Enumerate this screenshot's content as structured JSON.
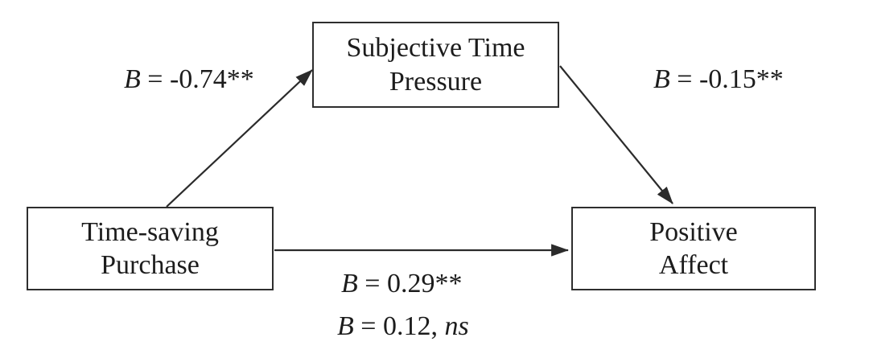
{
  "figure": {
    "type": "mediation-path-diagram",
    "background_color": "#ffffff",
    "line_color": "#2b2b2b",
    "text_color": "#1c1c1c",
    "boxes": {
      "mediator": {
        "line1": "Subjective Time",
        "line2": "Pressure"
      },
      "predictor": {
        "line1": "Time-saving",
        "line2": "Purchase"
      },
      "outcome": {
        "line1": "Positive",
        "line2": "Affect"
      }
    },
    "path_labels": {
      "a": {
        "coef_symbol": "B",
        "value": " = -0.74**"
      },
      "b": {
        "coef_symbol": "B",
        "value": " = -0.15**"
      },
      "c": {
        "coef_symbol": "B",
        "value": " = 0.29**"
      },
      "c_prime": {
        "coef_symbol": "B",
        "value": " = 0.12, ",
        "ns": "ns"
      }
    }
  }
}
